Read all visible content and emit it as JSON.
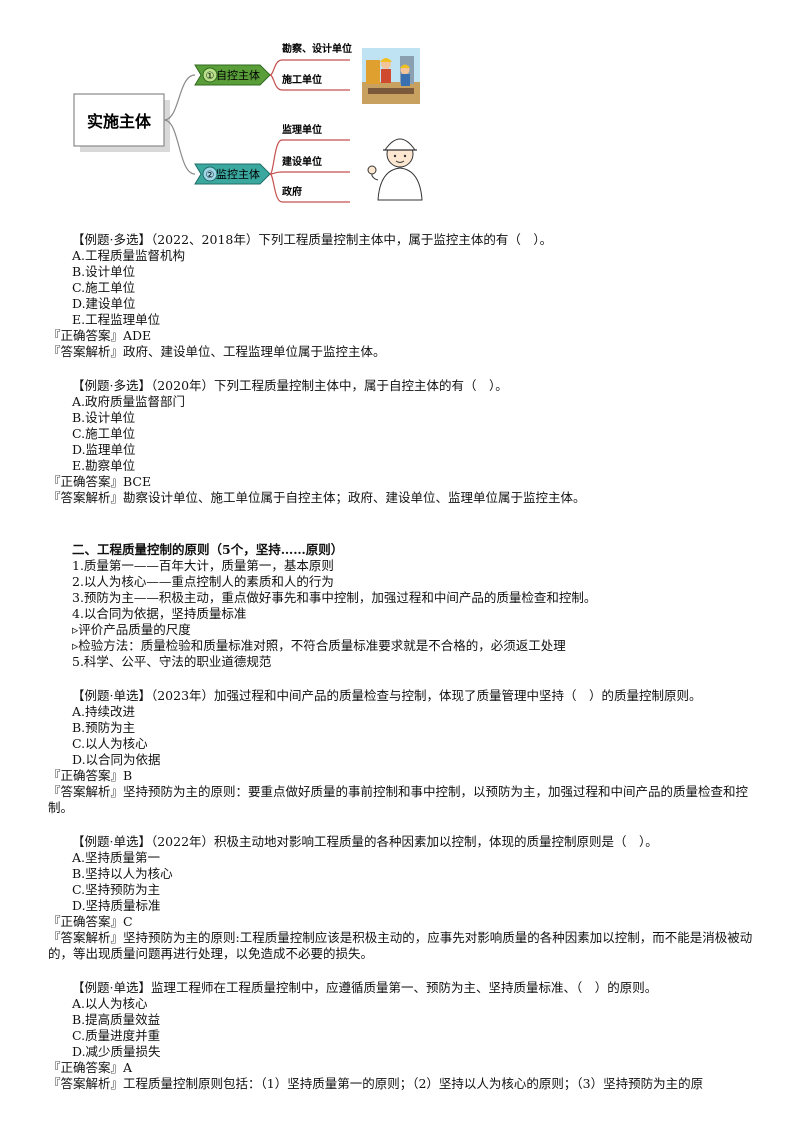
{
  "mindmap": {
    "root": "实施主体",
    "branches": [
      {
        "num": "①",
        "label": "自控主体",
        "leaves": [
          "勘察、设计单位",
          "施工单位"
        ]
      },
      {
        "num": "②",
        "label": "监控主体",
        "leaves": [
          "监理单位",
          "建设单位",
          "政府"
        ]
      }
    ],
    "colors": {
      "top_branch": "#5a9e3a",
      "bottom_branch": "#3ba8a0",
      "leaf_line": "#c4504d"
    }
  },
  "questions": [
    {
      "stem": "【例题·多选】（2022、2018年）下列工程质量控制主体中，属于监控主体的有（　）。",
      "options": [
        "A.工程质量监督机构",
        "B.设计单位",
        "C.施工单位",
        "D.建设单位",
        "E.工程监理单位"
      ],
      "answer": "『正确答案』ADE",
      "analysis": "『答案解析』政府、建设单位、工程监理单位属于监控主体。"
    },
    {
      "stem": "【例题·多选】（2020年）下列工程质量控制主体中，属于自控主体的有（　）。",
      "options": [
        "A.政府质量监督部门",
        "B.设计单位",
        "C.施工单位",
        "D.监理单位",
        "E.勘察单位"
      ],
      "answer": "『正确答案』BCE",
      "analysis": "『答案解析』勘察设计单位、施工单位属于自控主体；政府、建设单位、监理单位属于监控主体。"
    }
  ],
  "section": {
    "title": "二、工程质量控制的原则（5个，坚持……原则）",
    "items": [
      "1.质量第一——百年大计，质量第一，基本原则",
      "2.以人为核心——重点控制人的素质和人的行为",
      "3.预防为主——积极主动，重点做好事先和事中控制，加强过程和中间产品的质量检查和控制。",
      "4.以合同为依据，坚持质量标准",
      "▹评价产品质量的尺度",
      "▹检验方法：质量检验和质量标准对照，不符合质量标准要求就是不合格的，必须返工处理",
      "5.科学、公平、守法的职业道德规范"
    ]
  },
  "questions2": [
    {
      "stem": "【例题·单选】（2023年）加强过程和中间产品的质量检查与控制，体现了质量管理中坚持（　）的质量控制原则。",
      "options": [
        "A.持续改进",
        "B.预防为主",
        "C.以人为核心",
        "D.以合同为依据"
      ],
      "answer": "『正确答案』B",
      "analysis": "『答案解析』坚持预防为主的原则：要重点做好质量的事前控制和事中控制，以预防为主，加强过程和中间产品的质量检查和控制。"
    },
    {
      "stem": "【例题·单选】（2022年）积极主动地对影响工程质量的各种因素加以控制，体现的质量控制原则是（　）。",
      "options": [
        "A.坚持质量第一",
        "B.坚持以人为核心",
        "C.坚持预防为主",
        "D.坚持质量标准"
      ],
      "answer": "『正确答案』C",
      "analysis": "『答案解析』坚持预防为主的原则:工程质量控制应该是积极主动的，应事先对影响质量的各种因素加以控制，而不能是消极被动的，等出现质量问题再进行处理，以免造成不必要的损失。"
    },
    {
      "stem": "【例题·单选】监理工程师在工程质量控制中，应遵循质量第一、预防为主、坚持质量标准、（　）的原则。",
      "options": [
        "A.以人为核心",
        "B.提高质量效益",
        "C.质量进度并重",
        "D.减少质量损失"
      ],
      "answer": "『正确答案』A",
      "analysis": "『答案解析』工程质量控制原则包括：（1）坚持质量第一的原则；（2）坚持以人为核心的原则；（3）坚持预防为主的原"
    }
  ]
}
